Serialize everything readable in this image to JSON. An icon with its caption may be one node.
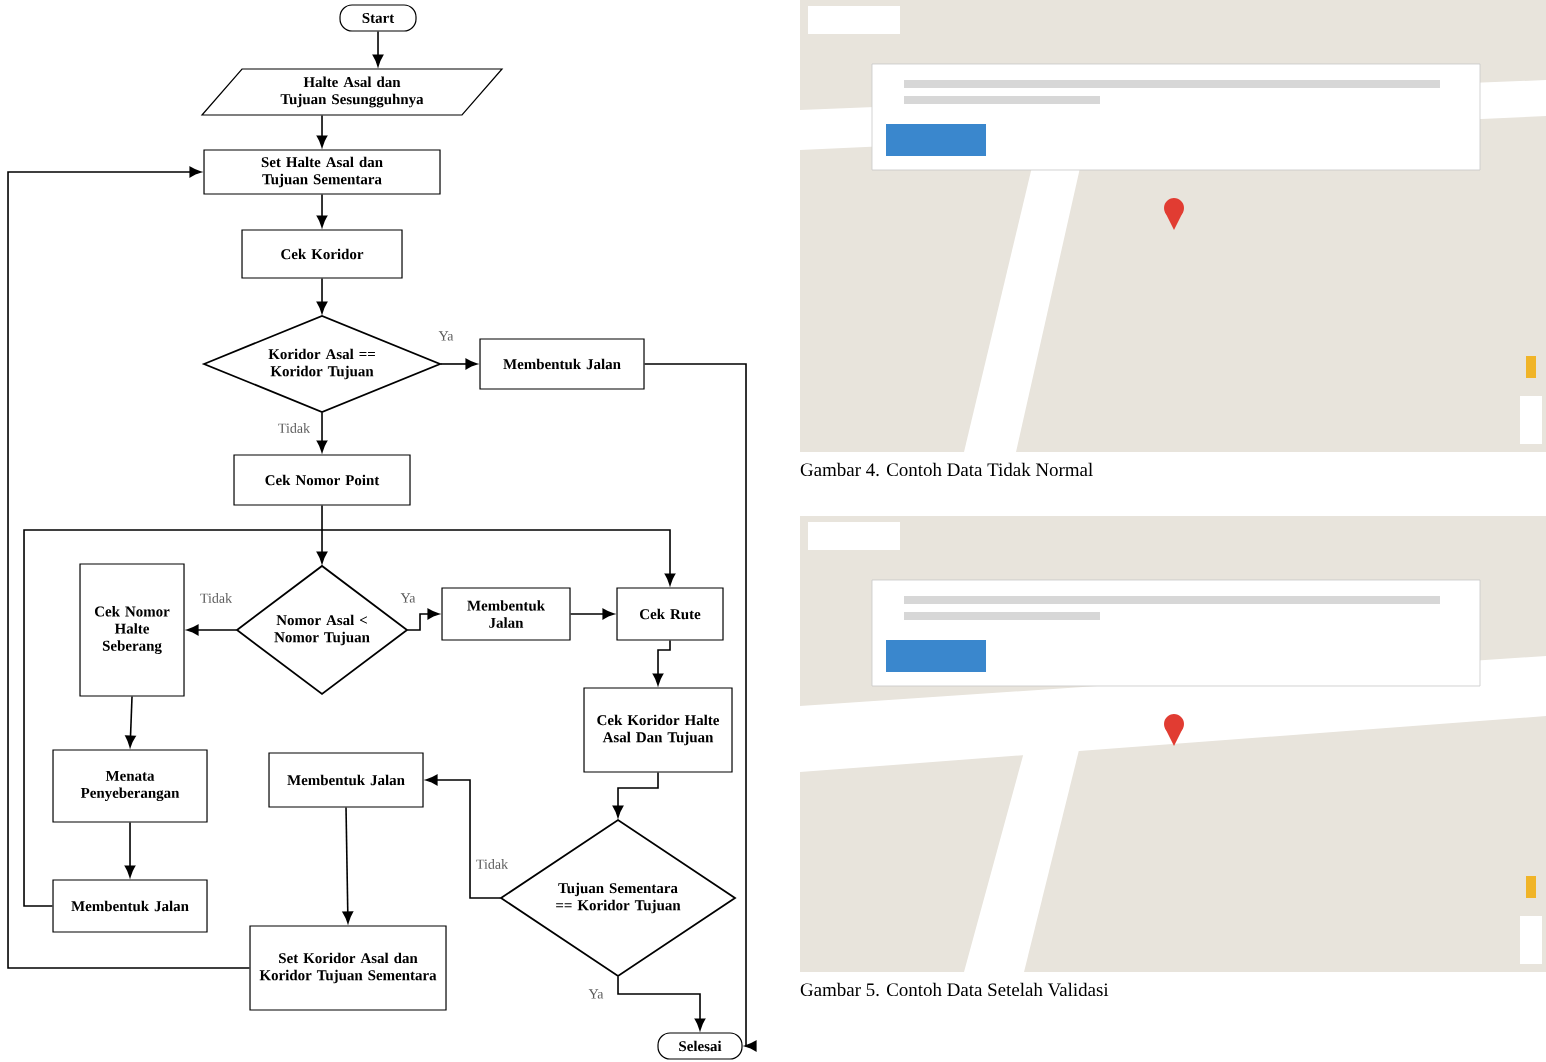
{
  "diagram": {
    "nodes": [
      {
        "text": [
          "Start"
        ]
      },
      {
        "text": [
          "Halte Asal dan Tujuan Sesungguhnya"
        ]
      },
      {
        "text": [
          "Set Halte Asal dan Tujuan Sementara"
        ]
      },
      {
        "text": [
          "Cek Koridor"
        ]
      },
      {
        "text": [
          "Koridor Asal == Koridor Tujuan"
        ]
      },
      {
        "text": [
          "Membentuk Jalan"
        ]
      },
      {
        "text": [
          "Cek Nomor Point"
        ]
      },
      {
        "text": [
          "Nomor Asal < Nomor Tujuan"
        ]
      },
      {
        "text": [
          "Cek Nomor Halte Seberang"
        ]
      },
      {
        "text": [
          "Membentuk Jalan"
        ]
      },
      {
        "text": [
          "Cek Rute"
        ]
      },
      {
        "text": [
          "Cek Koridor Halte Asal Dan Tujuan"
        ]
      },
      {
        "text": [
          "Menata Penyeberangan"
        ]
      },
      {
        "text": [
          "Membentuk Jalan"
        ]
      },
      {
        "text": [
          "Tujuan Sementara == Koridor Tujuan"
        ]
      },
      {
        "text": [
          "Membentuk Jalan"
        ]
      },
      {
        "text": [
          "Set Koridor Asal dan Koridor Tujuan Sementara"
        ]
      },
      {
        "text": [
          "Selesai"
        ]
      },
      {
        "text": [],
        "shape": "picture",
        "beside": [
          "Gambar 4. Contoh Data Tidak Normal"
        ]
      },
      {
        "text": [],
        "shape": "picture",
        "beside": [
          "Gambar 5. Contoh Data Setelah Validasi"
        ]
      }
    ],
    "edges": [
      {
        "from": 0,
        "to": 1,
        "arrow": "to"
      },
      {
        "from": 1,
        "to": 2,
        "arrow": "to"
      },
      {
        "from": 2,
        "to": 3,
        "arrow": "to"
      },
      {
        "from": 3,
        "to": 4,
        "arrow": "to"
      },
      {
        "from": 4,
        "to": 5,
        "arrow": "to",
        "label": "Ya"
      },
      {
        "from": 4,
        "to": 6,
        "arrow": "to",
        "label": "Tidak"
      },
      {
        "from": 6,
        "to": 7,
        "arrow": "to"
      },
      {
        "from": 15,
        "to": 10,
        "arrow": "to"
      },
      {
        "from": 7,
        "to": 8,
        "arrow": "to",
        "label": "Tidak"
      },
      {
        "from": 7,
        "to": 9,
        "arrow": "to",
        "label": "Ya"
      },
      {
        "from": 9,
        "to": 10,
        "arrow": "to"
      },
      {
        "from": 10,
        "to": 11,
        "arrow": "to"
      },
      {
        "from": 11,
        "to": 14,
        "arrow": "to"
      },
      {
        "from": 14,
        "to": 13,
        "arrow": "to",
        "label": "Tidak"
      },
      {
        "from": 14,
        "to": 17,
        "arrow": "to",
        "label": "Ya"
      },
      {
        "from": 13,
        "to": 16,
        "arrow": "to"
      },
      {
        "from": 16,
        "to": 2,
        "arrow": "to"
      },
      {
        "from": 5,
        "to": 17,
        "arrow": "to"
      },
      {
        "from": 8,
        "to": 12,
        "arrow": "to"
      },
      {
        "from": 12,
        "to": 15,
        "arrow": "to"
      }
    ]
  }
}
